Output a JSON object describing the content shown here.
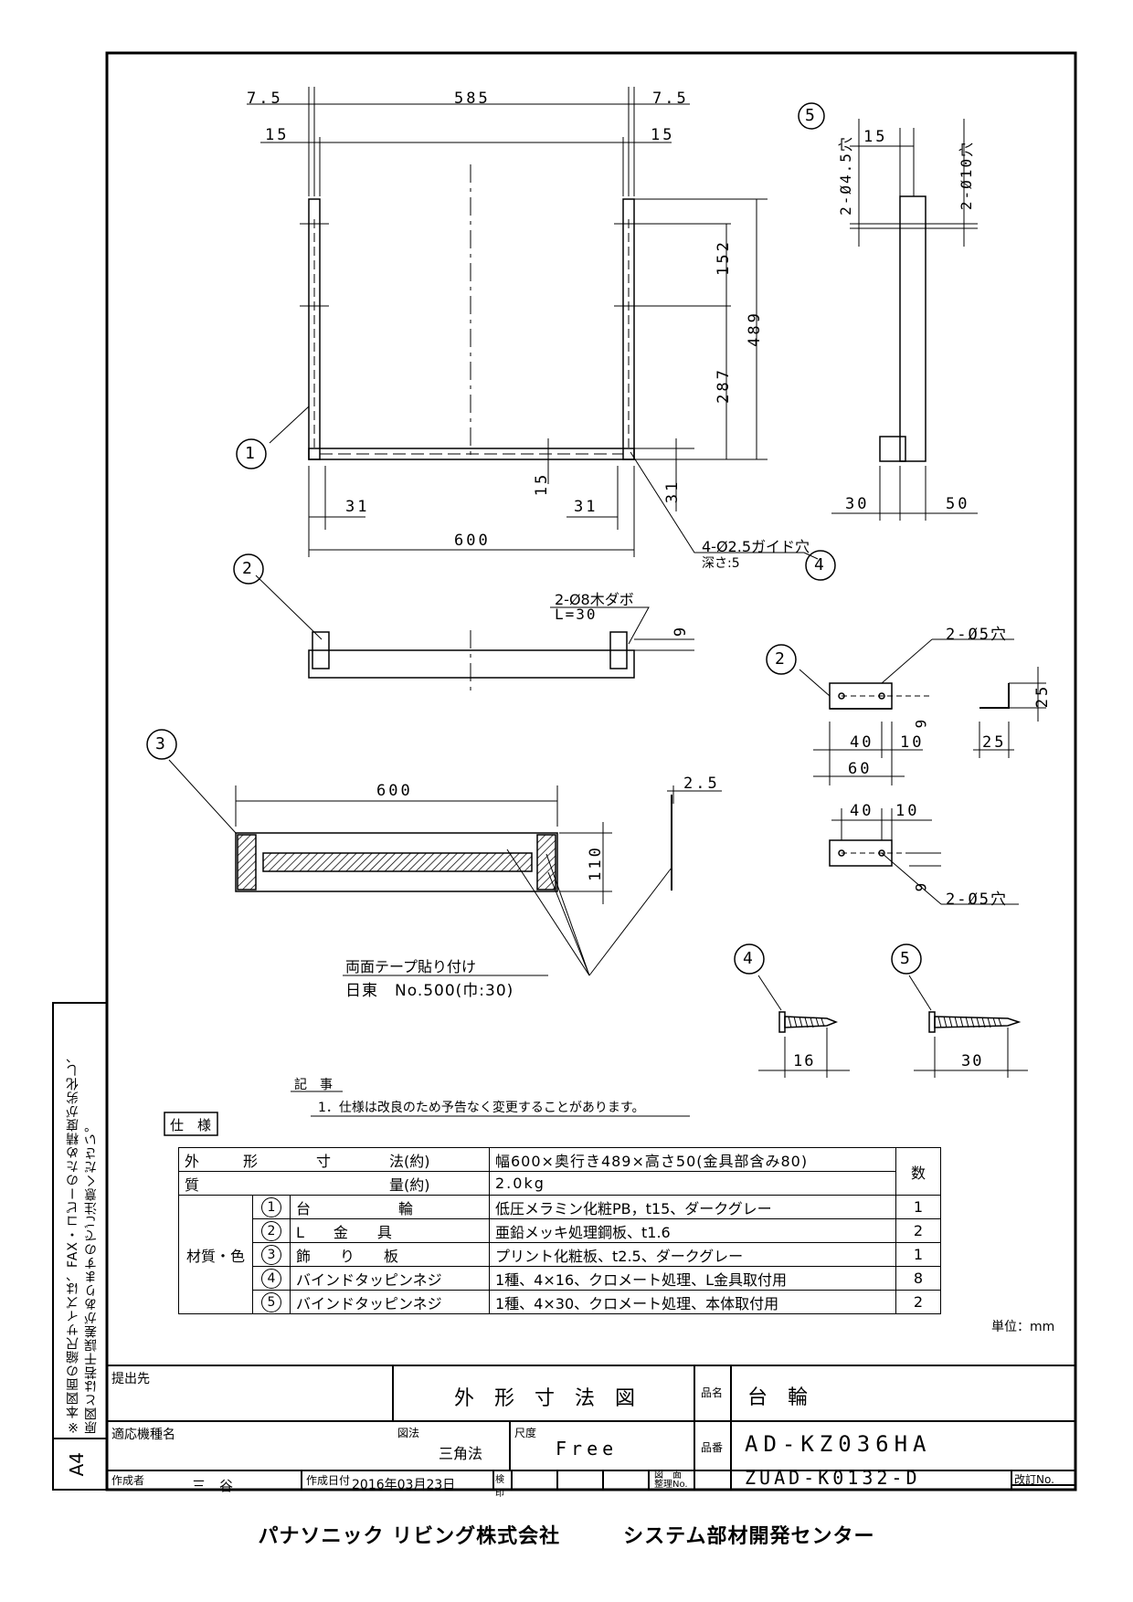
{
  "side_note": {
    "line1": "※本図面の縮尺サイズは、FAX・コピーのため精度が劣化し、",
    "line2": "原図とは若干誤差がありますのでご注意ください。",
    "paper_size": "A4"
  },
  "part1": {
    "callout": "1",
    "dims": [
      "7.5",
      "585",
      "7.5",
      "15",
      "15",
      "152",
      "489",
      "287",
      "15",
      "31",
      "31",
      "600",
      "31"
    ],
    "hole_label": "4-Ø2.5ガイド穴",
    "depth_label": "深さ:5",
    "hole_callout": "4"
  },
  "part5_side": {
    "callout": "5",
    "dims": [
      "15",
      "2-Ø4.5穴",
      "2-Ø10穴",
      "30",
      "50"
    ]
  },
  "part2_front": {
    "callout": "2",
    "dowel": "2-Ø8木ダボ",
    "length": "L=30",
    "dim": "9"
  },
  "part2_detail": {
    "callout": "2",
    "hole_top": "2-Ø5穴",
    "hole_bottom": "2-Ø5穴",
    "dims": [
      "9",
      "40",
      "10",
      "60",
      "25",
      "25",
      "40",
      "10",
      "9"
    ]
  },
  "part3": {
    "callout": "3",
    "dims": [
      "600",
      "110",
      "2.5"
    ],
    "tape_line1": "両面テープ貼り付け",
    "tape_line2": "日東　No.500(巾:30)"
  },
  "screws": {
    "a": {
      "callout": "4",
      "length": "16"
    },
    "b": {
      "callout": "5",
      "length": "30"
    }
  },
  "notes": {
    "heading": "記　事",
    "item": "1．仕様は改良のため予告なく変更することがあります。"
  },
  "spec": {
    "heading": "仕　様",
    "qty_header": "数",
    "outer_label": "外　　　形　　　　寸　　　　法(約)",
    "outer_value": "幅600×奥行き489×高さ50(金具部含み80)",
    "mass_label": "質　　　　　　　　　　　　　量(約)",
    "mass_value": "2.0kg",
    "material_label": "材質・色",
    "rows": [
      {
        "no": "1",
        "name": "台　　　　　　輪",
        "spec": "低圧メラミン化粧PB，t15、ダークグレー",
        "qty": "1"
      },
      {
        "no": "2",
        "name": "L　　金　　具",
        "spec": "亜鉛メッキ処理鋼板、t1.6",
        "qty": "2"
      },
      {
        "no": "3",
        "name": "飾　　り　　板",
        "spec": "プリント化粧板、t2.5、ダークグレー",
        "qty": "1"
      },
      {
        "no": "4",
        "name": "バインドタッピンネジ",
        "spec": "1種、4×16、クロメート処理、L金具取付用",
        "qty": "8"
      },
      {
        "no": "5",
        "name": "バインドタッピンネジ",
        "spec": "1種、4×30、クロメート処理、本体取付用",
        "qty": "2"
      }
    ],
    "unit": "単位：mm"
  },
  "title_block": {
    "submit_to": "提出先",
    "drawing_title": "外　形　寸　法　図",
    "name_label": "品名",
    "name_value": "台　輪",
    "model_label": "適応機種名",
    "method_label": "図法",
    "method_value": "三角法",
    "scale_label": "尺度",
    "scale_value": "Free",
    "part_no_label": "品番",
    "part_no_value": "AD-KZ036HA",
    "author_label": "作成者",
    "author_value": "三　谷",
    "date_label": "作成日付",
    "date_value": "2016年03月23日",
    "check_label": "検印",
    "doc_no_label": "図　面 整理No.",
    "doc_no_value": "ZUAD-K0132-D",
    "revision_label": "改訂No."
  },
  "footer": "パナソニック リビング株式会社　　　システム部材開発センター"
}
